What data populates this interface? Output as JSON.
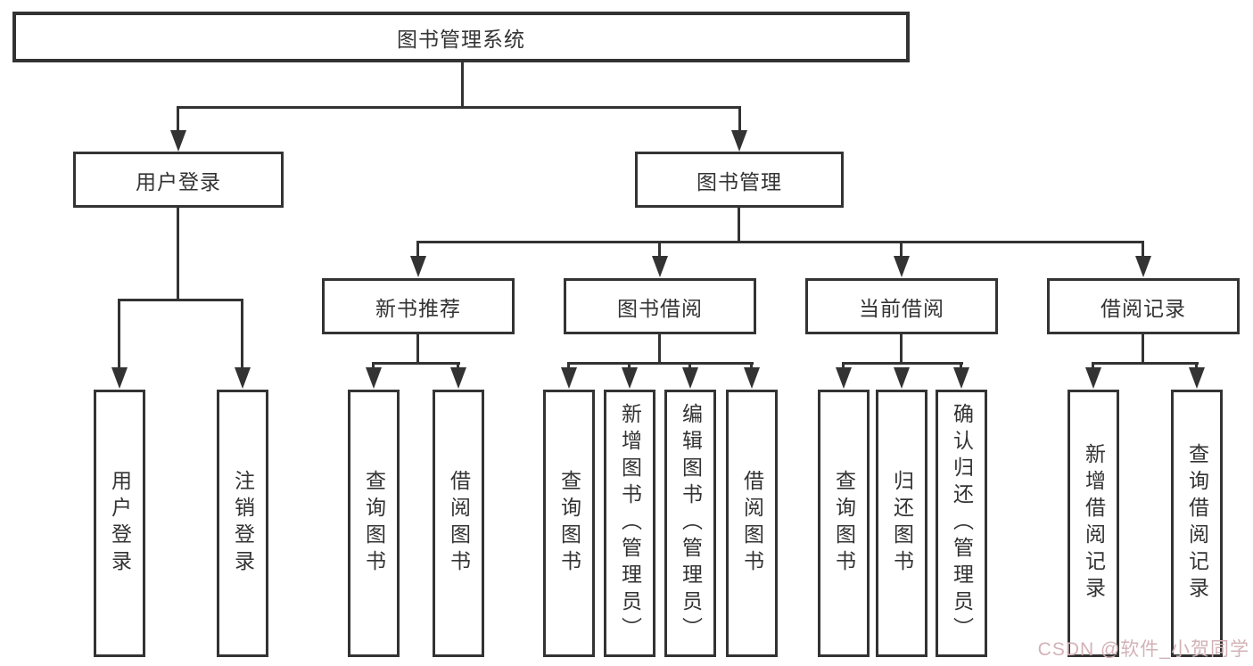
{
  "tree": {
    "root": {
      "label": "图书管理系统"
    },
    "branches": [
      {
        "label": "用户登录",
        "children": [
          {
            "label": "用户登录"
          },
          {
            "label": "注销登录"
          }
        ]
      },
      {
        "label": "图书管理",
        "children": [
          {
            "label": "新书推荐",
            "children": [
              {
                "label": "查询图书"
              },
              {
                "label": "借阅图书"
              }
            ]
          },
          {
            "label": "图书借阅",
            "children": [
              {
                "label": "查询图书"
              },
              {
                "label": "新增图书（管理员）"
              },
              {
                "label": "编辑图书（管理员）"
              },
              {
                "label": "借阅图书"
              }
            ]
          },
          {
            "label": "当前借阅",
            "children": [
              {
                "label": "查询图书"
              },
              {
                "label": "归还图书"
              },
              {
                "label": "确认归还（管理员）"
              }
            ]
          },
          {
            "label": "借阅记录",
            "children": [
              {
                "label": "新增借阅记录"
              },
              {
                "label": "查询借阅记录"
              }
            ]
          }
        ]
      }
    ]
  },
  "watermark": {
    "text": "CSDN @软件_小贺同学",
    "color": "#d2b2b6"
  },
  "colors": {
    "line": "#333333",
    "text": "#333333",
    "background": "#ffffff"
  }
}
